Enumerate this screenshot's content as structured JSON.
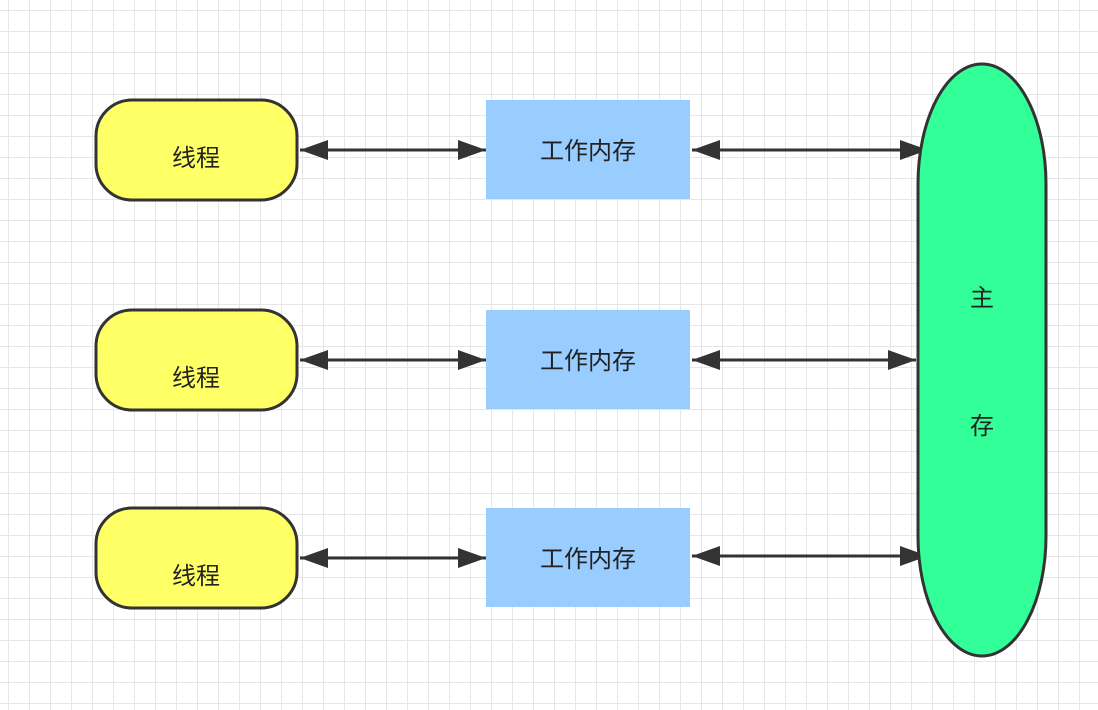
{
  "colors": {
    "thread_fill": "#ffff66",
    "work_memory_fill": "#99ccff",
    "main_memory_fill": "#33ff99",
    "stroke": "#333333",
    "grid": "#e6e6e6"
  },
  "threads": [
    {
      "label": "线程"
    },
    {
      "label": "线程"
    },
    {
      "label": "线程"
    }
  ],
  "work_memories": [
    {
      "label": "工作内存"
    },
    {
      "label": "工作内存"
    },
    {
      "label": "工作内存"
    }
  ],
  "main_memory": {
    "label_line1": "主",
    "label_line2": "存"
  },
  "connectors": {
    "thread_to_work_memory": "bidirectional-arrow",
    "work_memory_to_main_memory": "bidirectional-arrow"
  }
}
